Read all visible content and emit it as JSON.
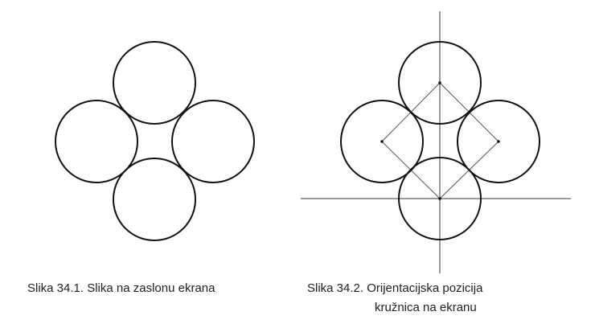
{
  "figures": [
    {
      "caption": "Slika 34.1. Slika na zaslonu ekrana"
    },
    {
      "caption_line1": "Slika 34.2. Orijentacijska pozicija",
      "caption_line2": "kružnica na ekranu"
    }
  ],
  "colors": {
    "stroke": "#111111",
    "text": "#222222",
    "background": "#ffffff"
  }
}
